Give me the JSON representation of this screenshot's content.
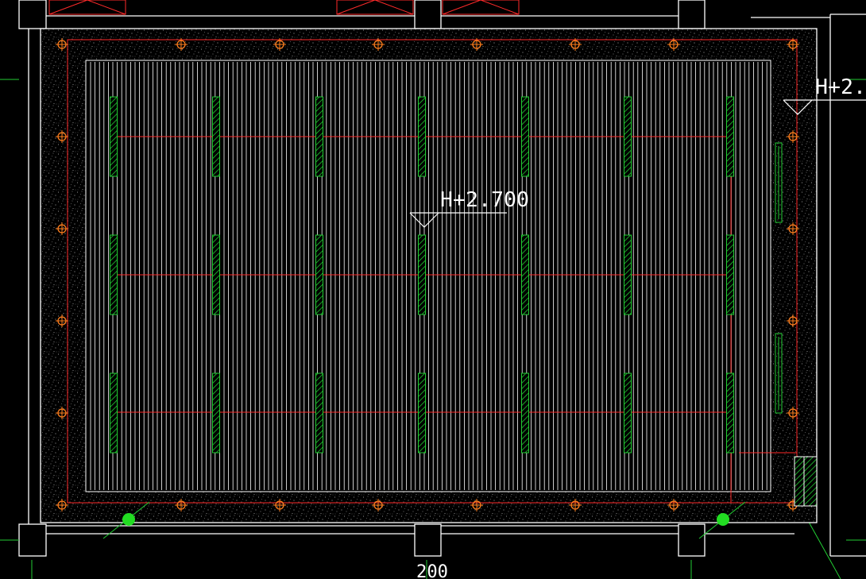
{
  "drawing": {
    "elevation_label_main": "H+2.700",
    "elevation_label_side": "H+2.",
    "dimension_label": "200"
  },
  "colors": {
    "background": "#000000",
    "wall": "#ffffff",
    "grid_line": "#ff2a2a",
    "ceiling_strip": "#ffffff",
    "light_fixture": "#22cc33",
    "sprinkler": "#ff7f1e",
    "sensor_dot": "#22dd22",
    "annotation": "#ffffff"
  },
  "symbols": {
    "sprinkler": "sprinkler-head-icon",
    "light": "linear-light-fixture-icon",
    "sensor": "sensor-dot-icon",
    "elevation": "elevation-marker-icon"
  }
}
